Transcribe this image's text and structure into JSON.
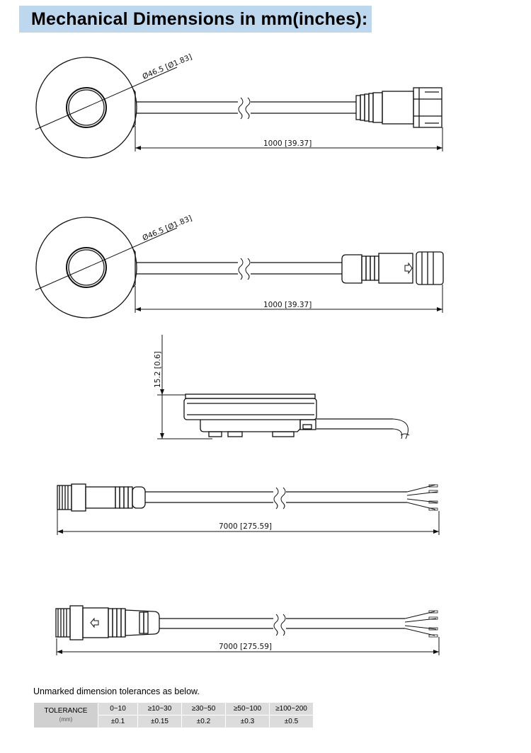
{
  "title": "Mechanical Dimensions in mm(inches):",
  "views": [
    {
      "diameter_label": "Ø46.5 [Ø1.83]",
      "length_label": "1000 [39.37]",
      "connector": "square-nut-male"
    },
    {
      "diameter_label": "Ø46.5 [Ø1.83]",
      "length_label": "1000 [39.37]",
      "connector": "round-nut-female"
    },
    {
      "height_label": "15.2 [0.6]"
    },
    {
      "length_label": "7000 [275.59]",
      "connector": "threaded-plug"
    },
    {
      "length_label": "7000 [275.59]",
      "connector": "threaded-socket"
    }
  ],
  "tolerance": {
    "note": "Unmarked dimension tolerances as below.",
    "header_label": "TOLERANCE",
    "header_unit": "(mm)",
    "ranges": [
      "0~10",
      "≥10~30",
      "≥30~50",
      "≥50~100",
      "≥100~200"
    ],
    "values": [
      "±0.1",
      "±0.15",
      "±0.2",
      "±0.3",
      "±0.5"
    ]
  }
}
